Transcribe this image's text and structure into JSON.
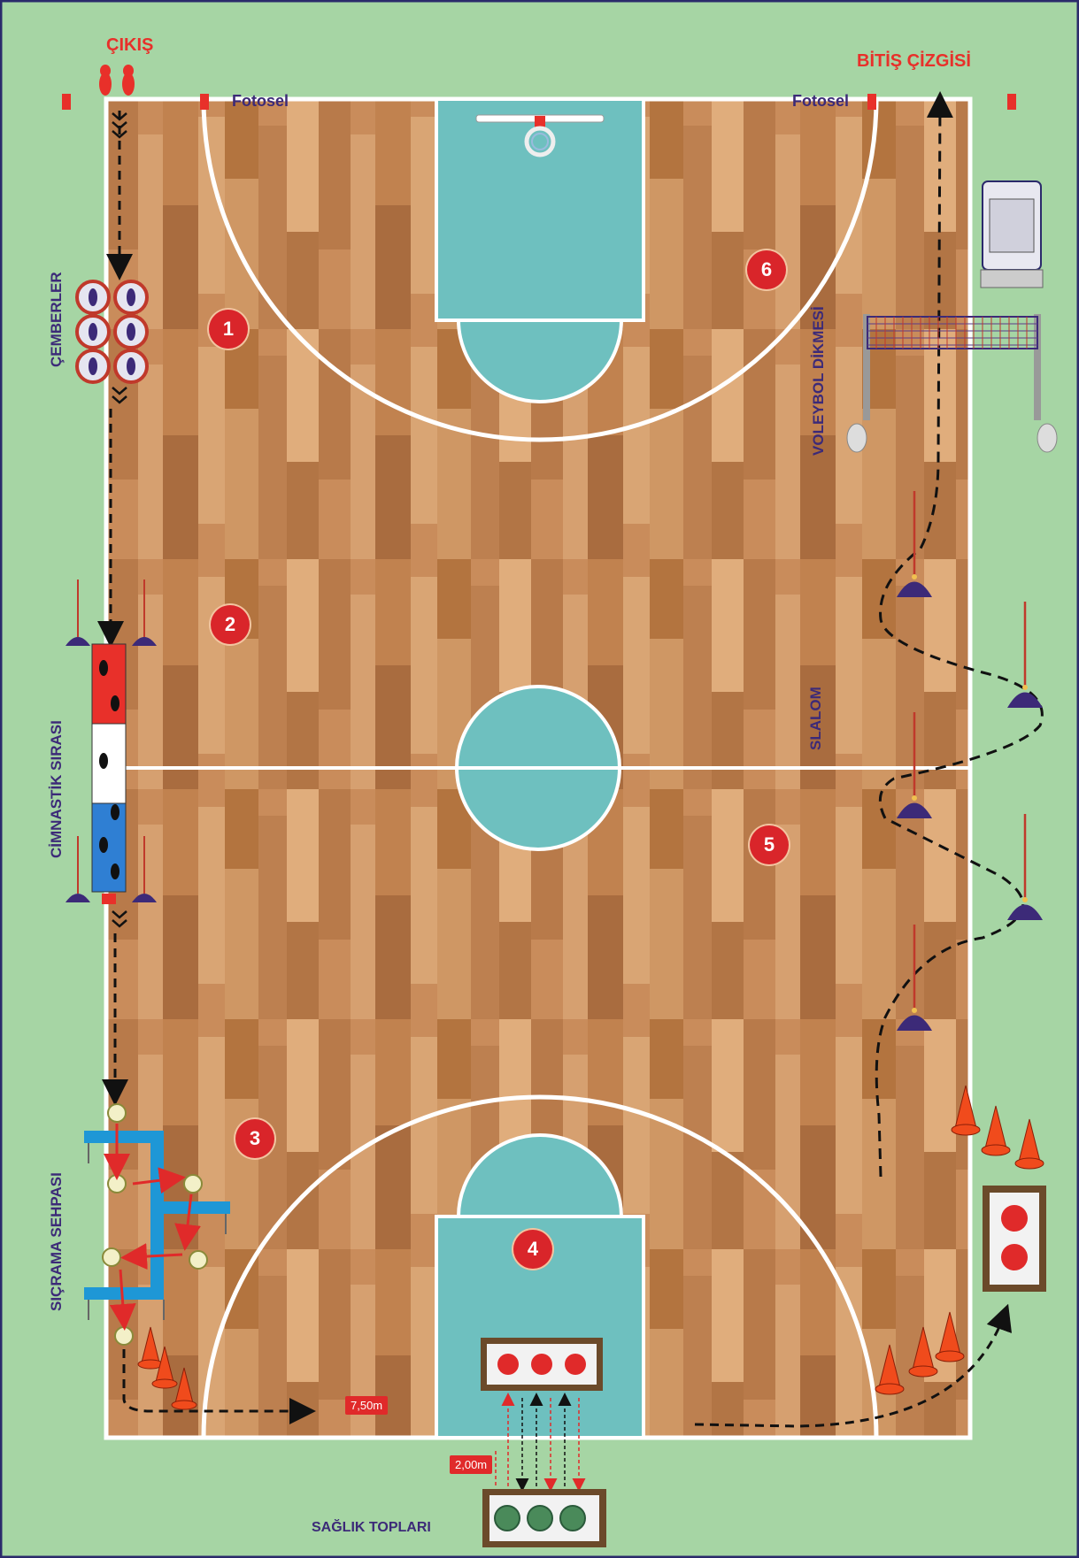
{
  "labels": {
    "start": "ÇIKIŞ",
    "finish": "BİTİŞ ÇİZGİSİ",
    "photocell_left": "Fotosel",
    "photocell_right": "Fotosel",
    "hoops": "ÇEMBERLER",
    "gym_bench": "CİMNASTİK SIRASI",
    "jump_box": "SIÇRAMA SEHPASI",
    "medicine_balls": "SAĞLIK TOPLARI",
    "volleyball_post": "VOLEYBOL DİKMESİ",
    "slalom": "SLALOM"
  },
  "distances": {
    "run": "7,50m",
    "throw": "2,00m"
  },
  "stations": [
    "1",
    "2",
    "3",
    "4",
    "5",
    "6"
  ],
  "colors": {
    "background": "#a6d5a4",
    "court_wood": "#c8895a",
    "paint": "#6ec0bf",
    "accent_red": "#e8302a",
    "purple": "#3c2a78",
    "cone": "#f04b1c"
  },
  "icons": [
    "footprint-icon",
    "hoop-icon",
    "cone-icon",
    "slalom-pole-icon",
    "ball-icon",
    "basket-icon"
  ]
}
